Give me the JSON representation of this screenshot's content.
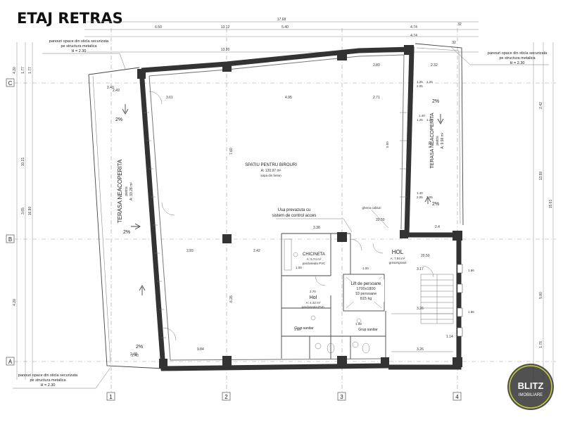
{
  "title": "ETAJ RETRAS",
  "logo": {
    "brand": "BLITZ",
    "sub": "IMOBILIARE"
  },
  "annotations": {
    "panel_top_left": [
      "panouri opace din sticla securizata",
      "pe structura metalica",
      "H = 2.30"
    ],
    "panel_top_right": [
      "panouri opace din sticla securizata",
      "pe structura metalica",
      "H = 2.30"
    ],
    "panel_bottom_left": [
      "panouri opace din sticla securizata",
      "pe structura metalica",
      "H = 2.30"
    ],
    "access_note": [
      "Usa prevazuta cu",
      "sistem de control acces"
    ],
    "ghena": "ghena cabluri"
  },
  "rooms": {
    "office": {
      "name": "SPATIU PENTRU BIROURI",
      "area": "A: 120.97 m²",
      "finish": "sapa din beton"
    },
    "terrace_left": {
      "name": "TERASA NEACOPERITA",
      "finish": "pietris",
      "area": "A: 33.28 m²"
    },
    "terrace_right": {
      "name": "TERASA NEACOPERITA",
      "finish": "pietris",
      "area": "A: 9.98 m²"
    },
    "kitchen": {
      "name": "CHICINETA",
      "area": "A: 5.74 m²",
      "finish": "pardoseala PVC"
    },
    "hall_small": {
      "name": "Hol",
      "area": "A: 4.32 m²",
      "finish": "pardoseala PVC"
    },
    "hall_big": {
      "name": "HOL",
      "area": "A: 7.94 m²",
      "finish": "gresie/granit"
    },
    "elevator": {
      "name": "Lift de persoane",
      "size": "1700x1800",
      "capacity": "10 persoane",
      "load": "815 kg"
    },
    "wc1": {
      "name": "Grup sanitar"
    },
    "wc2": {
      "name": "Grup sanitar"
    }
  },
  "slopes": [
    "2%",
    "2%",
    "2%",
    "2%",
    "2%"
  ],
  "axes": {
    "rows": [
      "C",
      "B",
      "A"
    ],
    "cols": [
      "1",
      "2",
      "3",
      "4"
    ]
  },
  "dims_top": [
    "17.68",
    "13.12",
    "13.20",
    "6.50",
    "5.40",
    "4.74",
    "4.74",
    "32",
    "32"
  ],
  "dims_inner": [
    "3.61",
    "4.95",
    "2.71",
    "2.89",
    "2.32",
    "2.93",
    "2.42",
    "3.38",
    "9.84",
    "3.26",
    "3.26",
    "3.17",
    "2.4",
    "2.40",
    "2.40",
    "1.14",
    "7.60",
    "6.26",
    "20.50",
    "20.50",
    "1.00",
    "1.00",
    "2.70",
    "1.08",
    "1.08",
    "1.40",
    "1.40",
    "1.25",
    "1.25",
    "1.25",
    "1.25",
    "1.66",
    "1.66",
    "2.05",
    "2.05",
    "2.05",
    "5.50",
    "6.30"
  ],
  "dims_side": [
    "4.20",
    "3.65",
    "4.20",
    "16.80",
    "10.21",
    "15.61",
    "2.42",
    "5.80",
    "13.90",
    "1.76",
    "1.77",
    "1.77",
    "2.49",
    "2.48"
  ]
}
